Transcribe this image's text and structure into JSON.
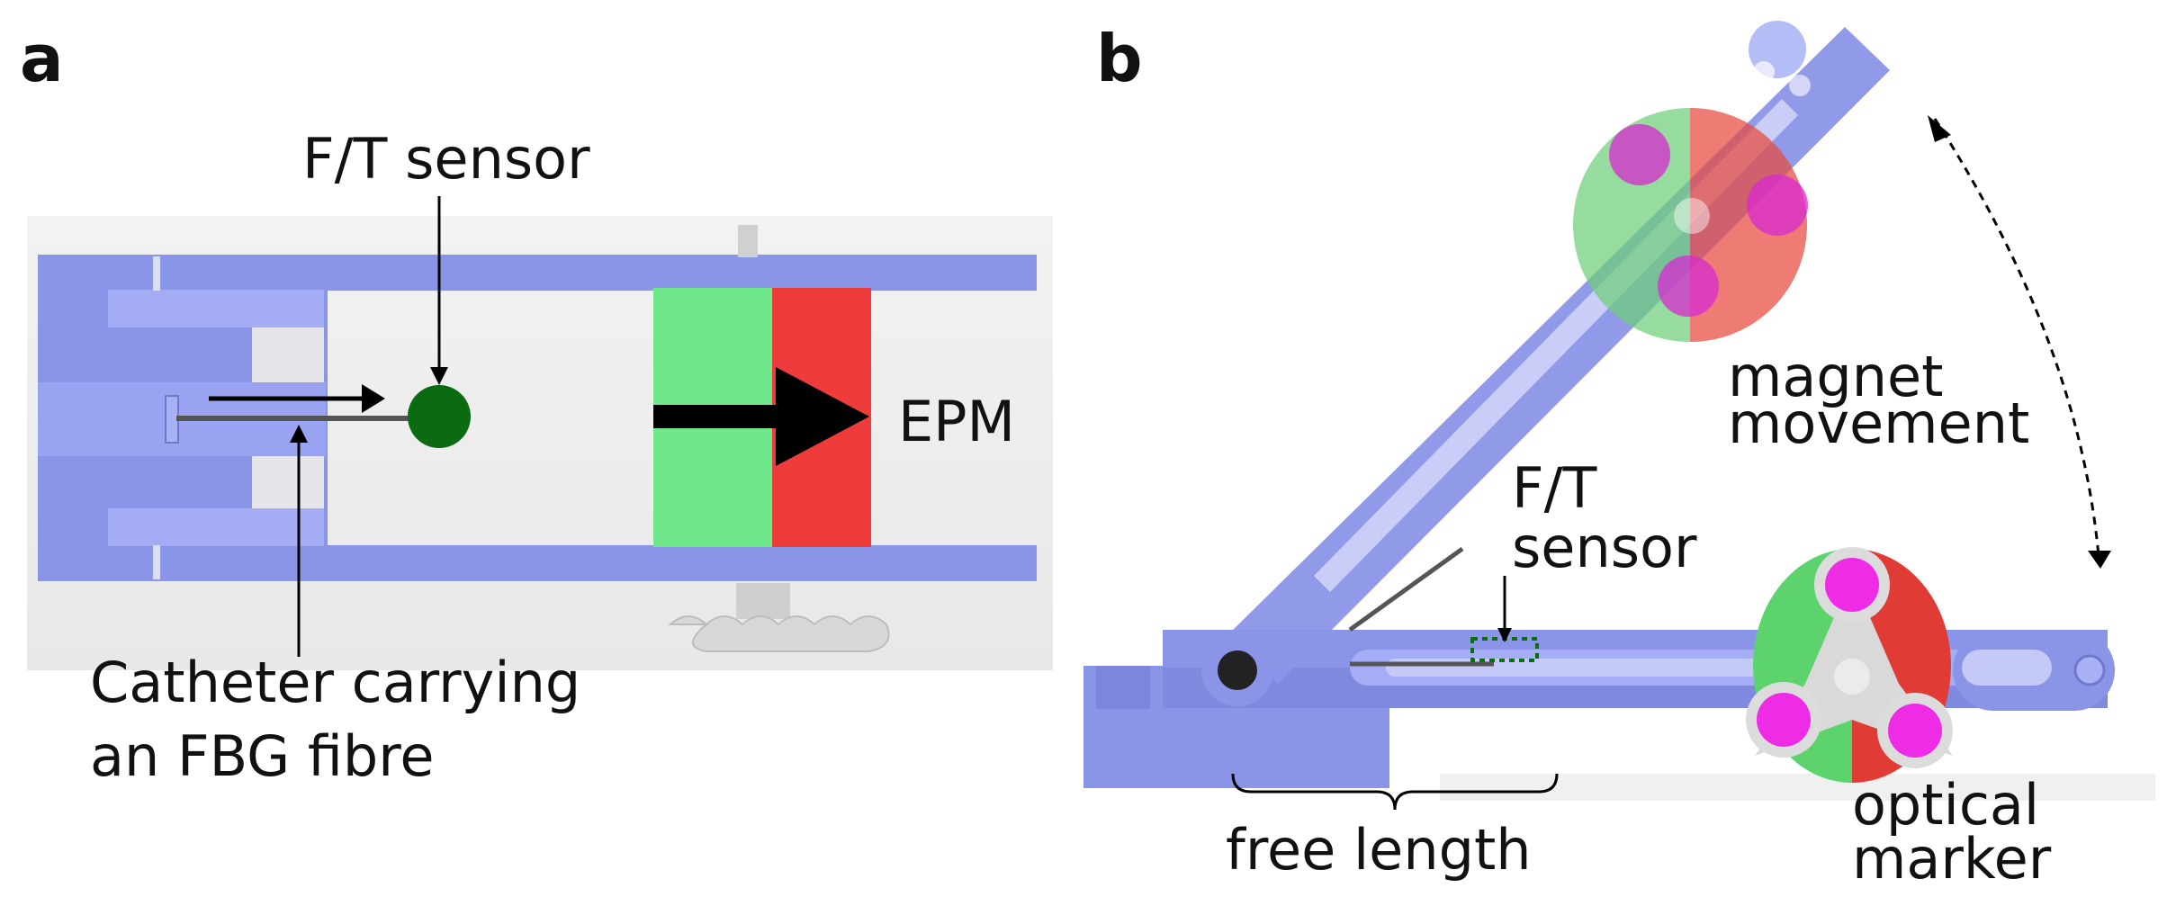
{
  "panels": {
    "a": {
      "letter": "a",
      "labels": {
        "ft_sensor": "F/T sensor",
        "epm": "EPM",
        "catheter_line1": "Catheter carrying",
        "catheter_line2": "an FBG fibre"
      }
    },
    "b": {
      "letter": "b",
      "labels": {
        "magnet_movement_line1": "magnet",
        "magnet_movement_line2": "movement",
        "ft_sensor_line1": "F/T",
        "ft_sensor_line2": "sensor",
        "free_length": "free length",
        "optical_marker_line1": "optical",
        "optical_marker_line2": "marker"
      }
    }
  },
  "colors": {
    "frame": "#8b95e8",
    "frame_dark": "#6f79cc",
    "magnet_green": "#6ee88a",
    "magnet_red": "#ee3b3b",
    "sensor_green": "#0b6b10",
    "marker_magenta": "#e62be0",
    "arrow": "#000000"
  }
}
